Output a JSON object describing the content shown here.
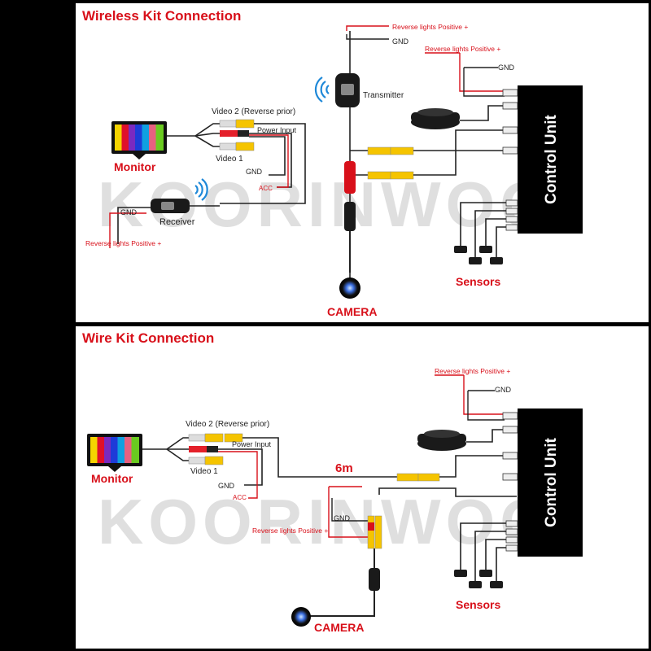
{
  "watermark": "KOORINWOO",
  "panels": [
    {
      "title": "Wireless Kit Connection",
      "monitor": "Monitor",
      "video2": "Video 2 (Reverse prior)",
      "power_input": "Power Input",
      "video1": "Video 1",
      "gnd_monitor": "GND",
      "acc": "ACC",
      "receiver": "Receiver",
      "gnd_receiver": "GND",
      "reverse_receiver": "Reverse lights Positive +",
      "transmitter": "Transmitter",
      "reverse_tx": "Reverse lights Positive +",
      "gnd_tx": "GND",
      "reverse_cu": "Reverse lights Positive +",
      "gnd_cu": "GND",
      "control_unit": "Control Unit",
      "sensors": "Sensors",
      "camera": "CAMERA"
    },
    {
      "title": "Wire Kit Connection",
      "monitor": "Monitor",
      "video2": "Video 2 (Reverse prior)",
      "power_input": "Power Input",
      "video1": "Video 1",
      "gnd_monitor": "GND",
      "acc": "ACC",
      "cable_length": "6m",
      "gnd_cam": "GND",
      "reverse_cam": "Reverse lights Positive +",
      "reverse_cu": "Reverse lights Positive +",
      "gnd_cu": "GND",
      "control_unit": "Control Unit",
      "sensors": "Sensors",
      "camera": "CAMERA"
    }
  ]
}
